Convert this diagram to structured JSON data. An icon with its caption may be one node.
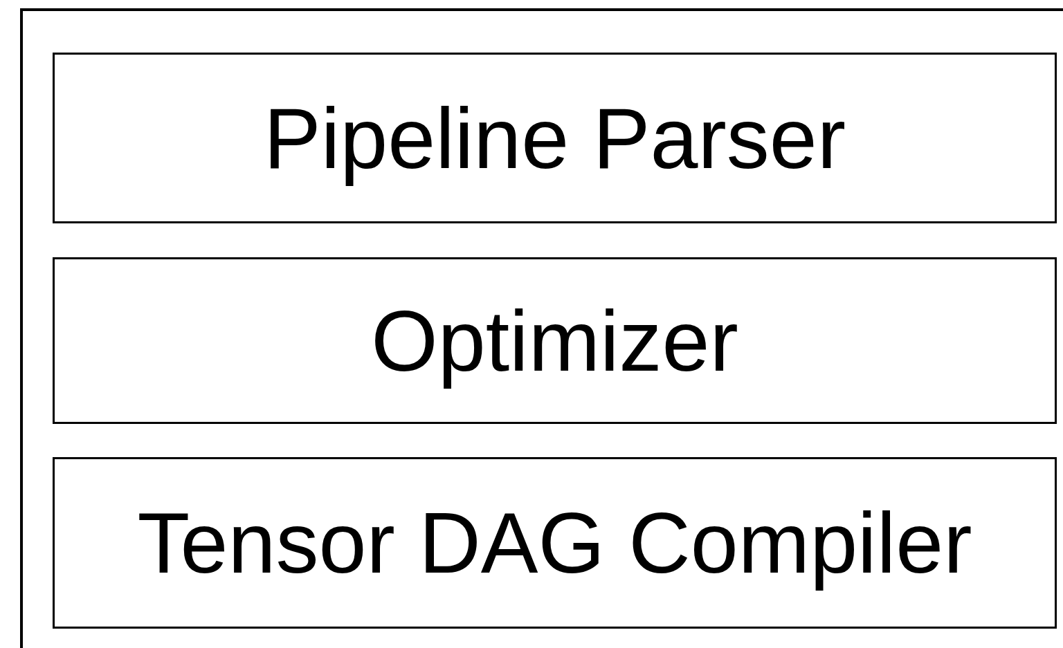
{
  "diagram": {
    "nodes": [
      {
        "text": [],
        "shape": "box"
      },
      {
        "text": [
          "Pipeline Parser"
        ],
        "in": 0
      },
      {
        "text": [
          "Optimizer"
        ],
        "in": 0
      },
      {
        "text": [
          "Tensor DAG Compiler"
        ],
        "in": 0
      }
    ]
  }
}
